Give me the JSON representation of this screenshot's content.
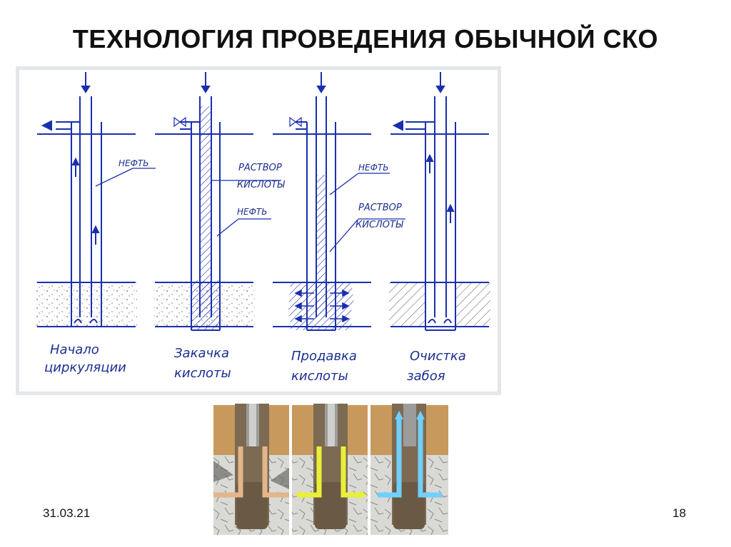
{
  "slide": {
    "title": "ТЕХНОЛОГИЯ ПРОВЕДЕНИЯ ОБЫЧНОЙ СКО",
    "date": "31.03.21",
    "page_number": "18"
  },
  "diagram": {
    "stages": [
      {
        "caption_line1": "Начало",
        "caption_line2": "циркуляции"
      },
      {
        "caption_line1": "Закачка",
        "caption_line2": "кислоты"
      },
      {
        "caption_line1": "Продавка",
        "caption_line2": "кислоты"
      },
      {
        "caption_line1": "Очистка",
        "caption_line2": "забоя"
      }
    ],
    "labels": {
      "oil": "НЕФТЬ",
      "acid_solution_line1": "РАСТВОР",
      "acid_solution_line2": "КИСЛОТЫ"
    }
  },
  "colors": {
    "line_blue": "#1a2fae",
    "frame_gray": "#e3e6ea",
    "acid_yellow": "#e8f038",
    "clean_blue": "#6fd0ff",
    "oil_tan": "#e2b68a"
  }
}
